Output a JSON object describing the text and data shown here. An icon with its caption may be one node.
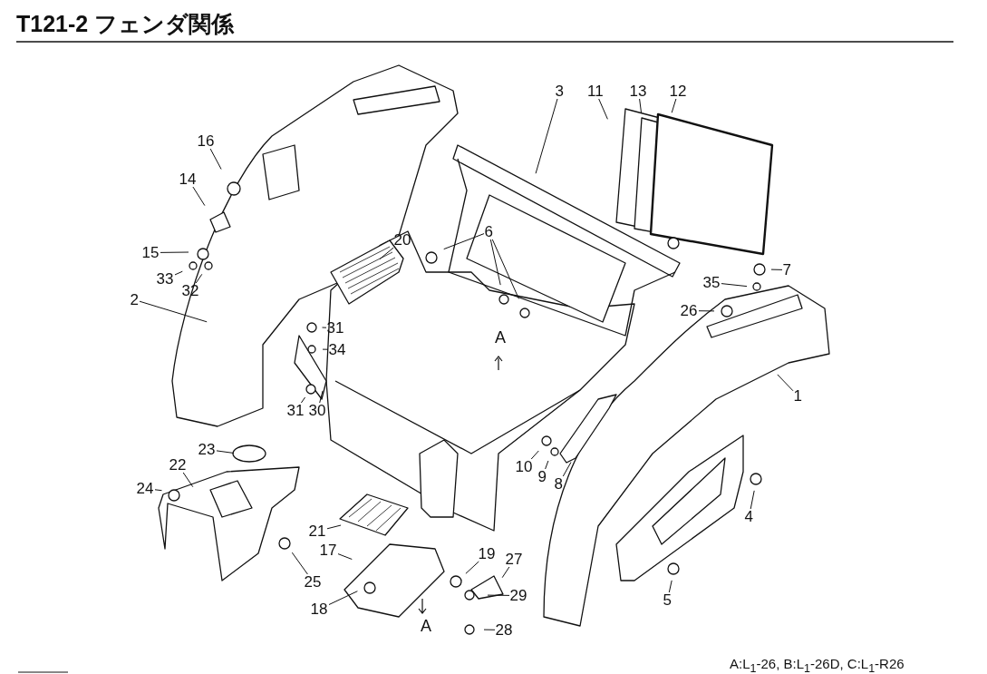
{
  "diagram": {
    "title": "T121-2 フェンダ関係",
    "nodes": [
      {
        "text": [
          "16"
        ]
      },
      {
        "text": [
          "14"
        ]
      },
      {
        "text": [
          "15"
        ]
      },
      {
        "text": [
          "33"
        ]
      },
      {
        "text": [
          "32"
        ]
      },
      {
        "text": [
          "2"
        ]
      },
      {
        "text": [
          "31"
        ]
      },
      {
        "text": [
          "34"
        ]
      },
      {
        "text": [
          "31"
        ]
      },
      {
        "text": [
          "30"
        ]
      },
      {
        "text": [
          "20"
        ]
      },
      {
        "text": [
          "3"
        ]
      },
      {
        "text": [
          "11"
        ]
      },
      {
        "text": [
          "13"
        ]
      },
      {
        "text": [
          "12"
        ]
      },
      {
        "text": [
          "6"
        ]
      },
      {
        "text": [
          "7"
        ]
      },
      {
        "text": [
          "35"
        ]
      },
      {
        "text": [
          "26"
        ]
      },
      {
        "text": [
          "1"
        ]
      },
      {
        "text": [
          "10"
        ]
      },
      {
        "text": [
          "9"
        ]
      },
      {
        "text": [
          "8"
        ]
      },
      {
        "text": [
          "4"
        ]
      },
      {
        "text": [
          "5"
        ]
      },
      {
        "text": [
          "23"
        ]
      },
      {
        "text": [
          "22"
        ]
      },
      {
        "text": [
          "24"
        ]
      },
      {
        "text": [
          "21"
        ]
      },
      {
        "text": [
          "17"
        ]
      },
      {
        "text": [
          "25"
        ]
      },
      {
        "text": [
          "18"
        ]
      },
      {
        "text": [
          "19"
        ]
      },
      {
        "text": [
          "27"
        ]
      },
      {
        "text": [
          "29"
        ]
      },
      {
        "text": [
          "28"
        ]
      }
    ],
    "edges": [
      {
        "from": 0,
        "to": null,
        "arrow": "none"
      },
      {
        "from": 1,
        "to": null,
        "arrow": "none"
      },
      {
        "from": 2,
        "to": null,
        "arrow": "none"
      },
      {
        "from": 3,
        "to": null,
        "arrow": "none"
      },
      {
        "from": 4,
        "to": null,
        "arrow": "none"
      },
      {
        "from": 5,
        "to": null,
        "arrow": "none"
      },
      {
        "from": 6,
        "to": null,
        "arrow": "none"
      },
      {
        "from": 7,
        "to": null,
        "arrow": "none"
      },
      {
        "from": 8,
        "to": null,
        "arrow": "none"
      },
      {
        "from": 9,
        "to": null,
        "arrow": "none"
      },
      {
        "from": 10,
        "to": null,
        "arrow": "none"
      },
      {
        "from": 11,
        "to": null,
        "arrow": "none"
      },
      {
        "from": 12,
        "to": null,
        "arrow": "none"
      },
      {
        "from": 13,
        "to": null,
        "arrow": "none"
      },
      {
        "from": 14,
        "to": null,
        "arrow": "none"
      },
      {
        "from": 15,
        "to": null,
        "arrow": "none"
      },
      {
        "from": 15,
        "to": null,
        "arrow": "none"
      },
      {
        "from": 15,
        "to": null,
        "arrow": "none"
      },
      {
        "from": 16,
        "to": null,
        "arrow": "none"
      },
      {
        "from": 17,
        "to": null,
        "arrow": "none"
      },
      {
        "from": 18,
        "to": null,
        "arrow": "none"
      },
      {
        "from": 19,
        "to": null,
        "arrow": "none"
      },
      {
        "from": 20,
        "to": null,
        "arrow": "none"
      },
      {
        "from": 21,
        "to": null,
        "arrow": "none"
      },
      {
        "from": 22,
        "to": null,
        "arrow": "none"
      },
      {
        "from": 23,
        "to": null,
        "arrow": "none"
      },
      {
        "from": 24,
        "to": null,
        "arrow": "none"
      },
      {
        "from": 25,
        "to": null,
        "arrow": "none"
      },
      {
        "from": 26,
        "to": null,
        "arrow": "none"
      },
      {
        "from": 27,
        "to": null,
        "arrow": "none"
      },
      {
        "from": 28,
        "to": null,
        "arrow": "none"
      },
      {
        "from": 29,
        "to": null,
        "arrow": "none"
      },
      {
        "from": 30,
        "to": null,
        "arrow": "none"
      },
      {
        "from": 31,
        "to": null,
        "arrow": "none"
      },
      {
        "from": 32,
        "to": null,
        "arrow": "none"
      },
      {
        "from": 33,
        "to": null,
        "arrow": "none"
      },
      {
        "from": 34,
        "to": null,
        "arrow": "none"
      },
      {
        "from": 35,
        "to": null,
        "arrow": "none"
      }
    ],
    "labels": [
      "A",
      "A",
      "A:L$_{1}$-26, B:L$_{1}$-26D, C:L$_{1}$-R26"
    ]
  }
}
